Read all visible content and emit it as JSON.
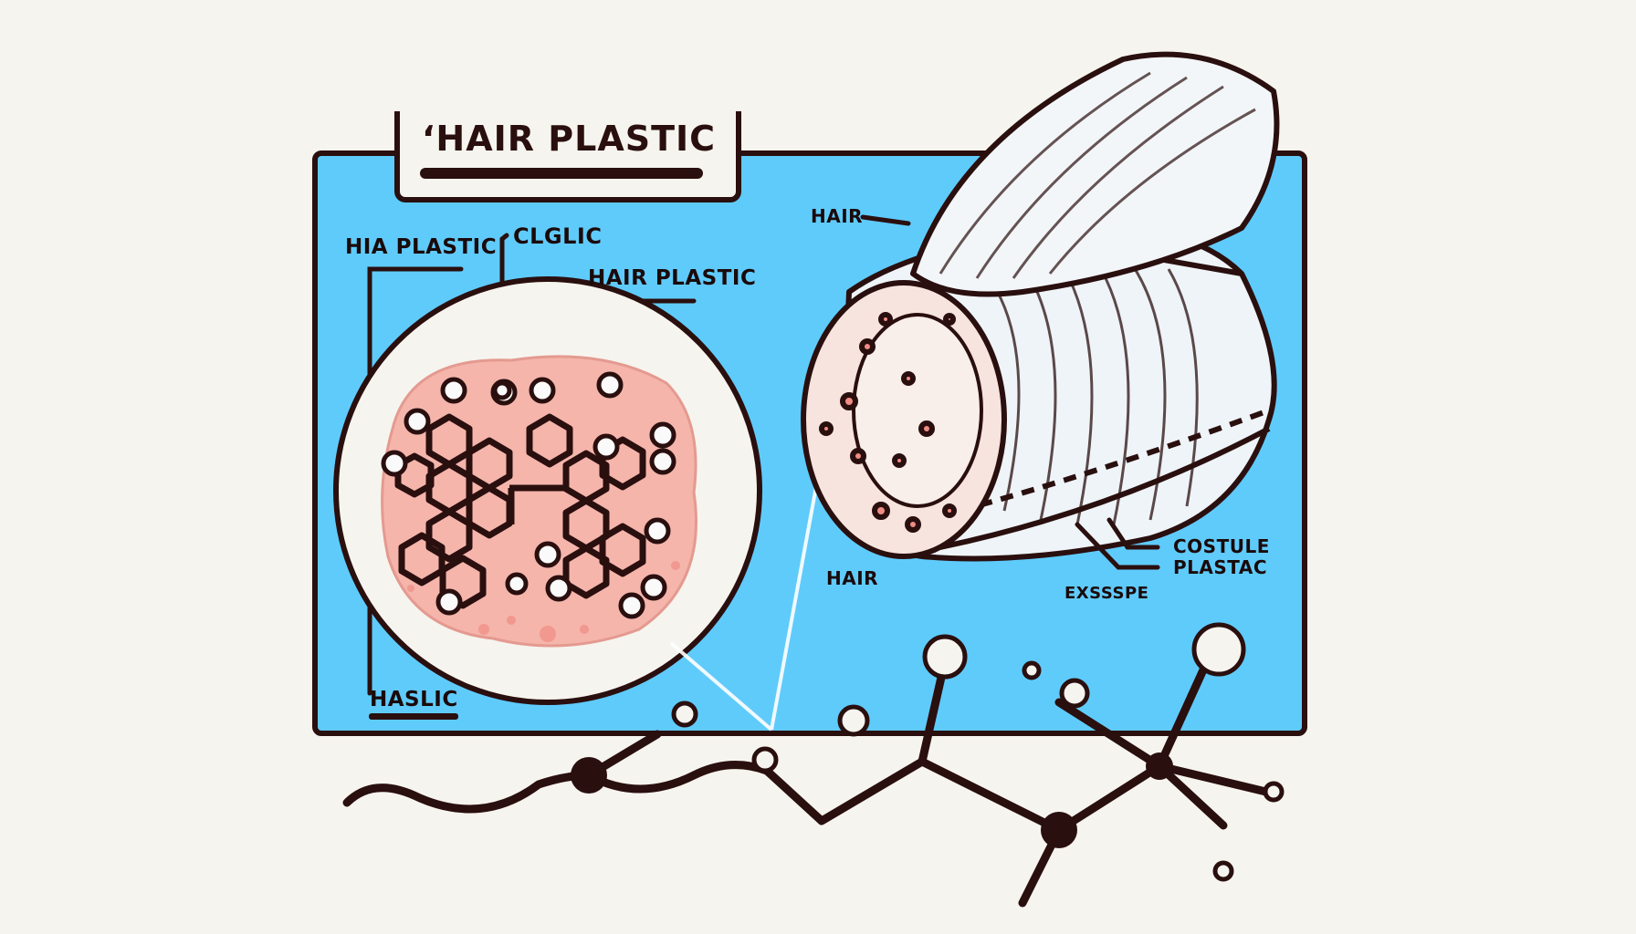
{
  "diagram": {
    "title": "‘HAIR PLASTIC",
    "colors": {
      "background": "#f6f4ee",
      "panel_blue": "#5fcbfb",
      "outline": "#2a0f0f",
      "tissue_pink": "#f5b5ab",
      "hair_white": "#eef4f8"
    },
    "left_section": {
      "labels": [
        {
          "id": "hia-plastic",
          "text": "HIA PLASTIC"
        },
        {
          "id": "clglic",
          "text": "CLGLIC"
        },
        {
          "id": "hair-plastic",
          "text": "HAIR PLASTIC"
        },
        {
          "id": "haslic",
          "text": "HASLIC"
        }
      ],
      "graphic": "circular magnified view of pink tissue with hexagonal molecular structure"
    },
    "right_section": {
      "labels": [
        {
          "id": "hair-top",
          "text": "HAIR"
        },
        {
          "id": "hair-bottom",
          "text": "HAIR"
        },
        {
          "id": "costule",
          "text": "COSTULE"
        },
        {
          "id": "plastac",
          "text": "PLASTAC"
        },
        {
          "id": "exsspe",
          "text": "EXSSSPE"
        }
      ],
      "graphic": "cross-section of a hair strand bundle with cuticle layers"
    },
    "bottom_section": {
      "graphic": "ball-and-stick molecular chain"
    }
  }
}
